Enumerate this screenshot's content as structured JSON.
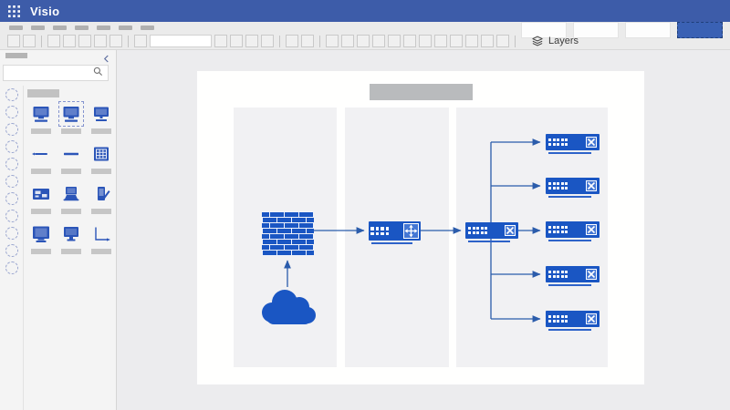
{
  "app_bar": {
    "title": "Visio",
    "launcher_icon": "waffle-icon"
  },
  "ribbon": {
    "menu_placeholder_count": 7,
    "header_buttons": [
      {
        "cls": "white"
      },
      {
        "cls": "white"
      },
      {
        "cls": "white"
      },
      {
        "cls": "accent"
      }
    ],
    "toolbar_items": [
      "btn",
      "btn",
      "sep",
      "btn",
      "btn",
      "btn",
      "btn",
      "btn",
      "sep",
      "btn",
      "combo",
      "btn",
      "btn",
      "btn",
      "btn",
      "sep",
      "btn",
      "btn",
      "sep",
      "btn",
      "btn",
      "btn",
      "btn",
      "btn",
      "btn",
      "btn",
      "btn",
      "btn",
      "btn",
      "btn",
      "btn",
      "sep"
    ],
    "combobox_value": "",
    "layers_button": {
      "label": "Layers",
      "icon": "layers-icon"
    }
  },
  "sidebar": {
    "collapse_icon": "chevron-left-icon",
    "search": {
      "value": "",
      "placeholder": "",
      "icon": "search-icon"
    },
    "stencil_tab_count": 11,
    "shapes": [
      {
        "icon": "desktop-pc-icon",
        "cls": ""
      },
      {
        "icon": "desktop-pc-icon",
        "cls": "selected"
      },
      {
        "icon": "monitor-icon",
        "cls": ""
      },
      {
        "icon": "dynamic-connector-icon",
        "cls": ""
      },
      {
        "icon": "line-icon",
        "cls": ""
      },
      {
        "icon": "ethernet-icon",
        "cls": ""
      },
      {
        "icon": "expansion-card-icon",
        "cls": ""
      },
      {
        "icon": "laptop-icon",
        "cls": ""
      },
      {
        "icon": "pda-icon",
        "cls": ""
      },
      {
        "icon": "crt-monitor-icon",
        "cls": ""
      },
      {
        "icon": "lcd-monitor-icon",
        "cls": ""
      },
      {
        "icon": "corner-connector-icon",
        "cls": ""
      }
    ]
  },
  "canvas": {
    "page_title_placeholder": true,
    "lane_count": 3,
    "network": {
      "nodes": [
        "internet-cloud",
        "firewall",
        "router",
        "main-switch"
      ],
      "edge_switches": [
        {
          "cls": "sw1"
        },
        {
          "cls": "sw2"
        },
        {
          "cls": "sw3"
        },
        {
          "cls": "sw4"
        },
        {
          "cls": "sw5"
        }
      ]
    }
  },
  "colors": {
    "topbar": "#3d5ca9",
    "accent_button": "#3a61b4",
    "node_blue": "#1a56c3",
    "node_box_blue": "#4477d4",
    "connector": "#2b5cab",
    "lane_gray": "#f1f1f3",
    "placeholder_gray": "#b4b4b4"
  }
}
